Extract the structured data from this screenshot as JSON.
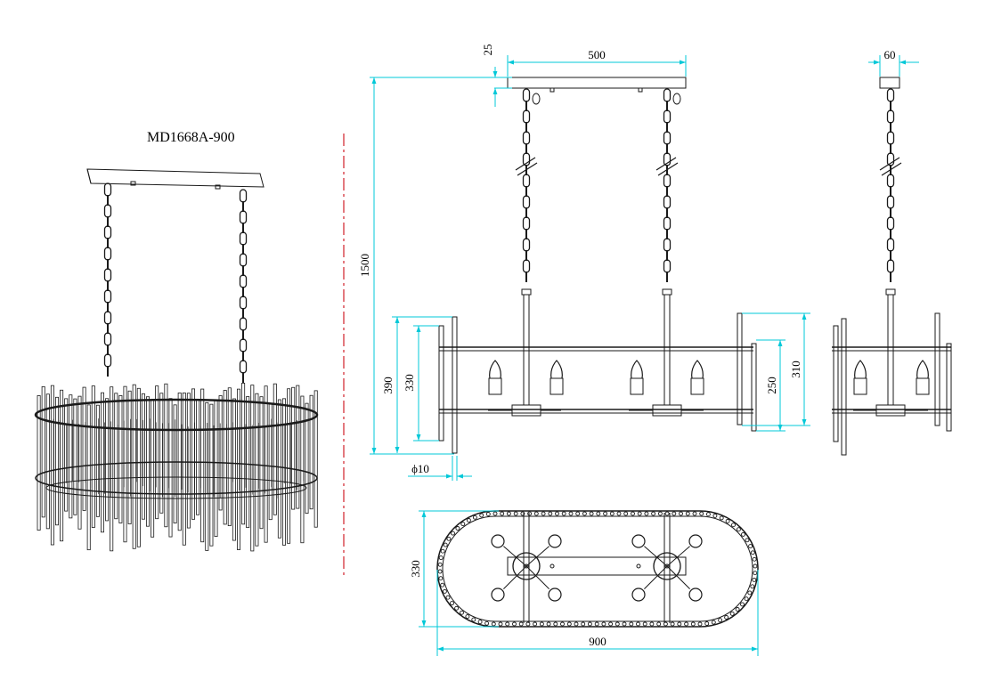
{
  "model": "MD1668A-900",
  "dimensions": {
    "canopy_height": "25",
    "chain_spacing": "500",
    "canopy_width": "60",
    "overall_height": "1500",
    "outer_tube_height": "390",
    "inner_tube_height": "330",
    "rod_diameter": "ϕ10",
    "ring_height_inner": "250",
    "ring_height_outer": "310",
    "top_depth": "330",
    "top_length": "900"
  },
  "colors": {
    "line": "#1a1a1a",
    "dimension": "#00c8d8",
    "centerline": "#d0202a"
  }
}
